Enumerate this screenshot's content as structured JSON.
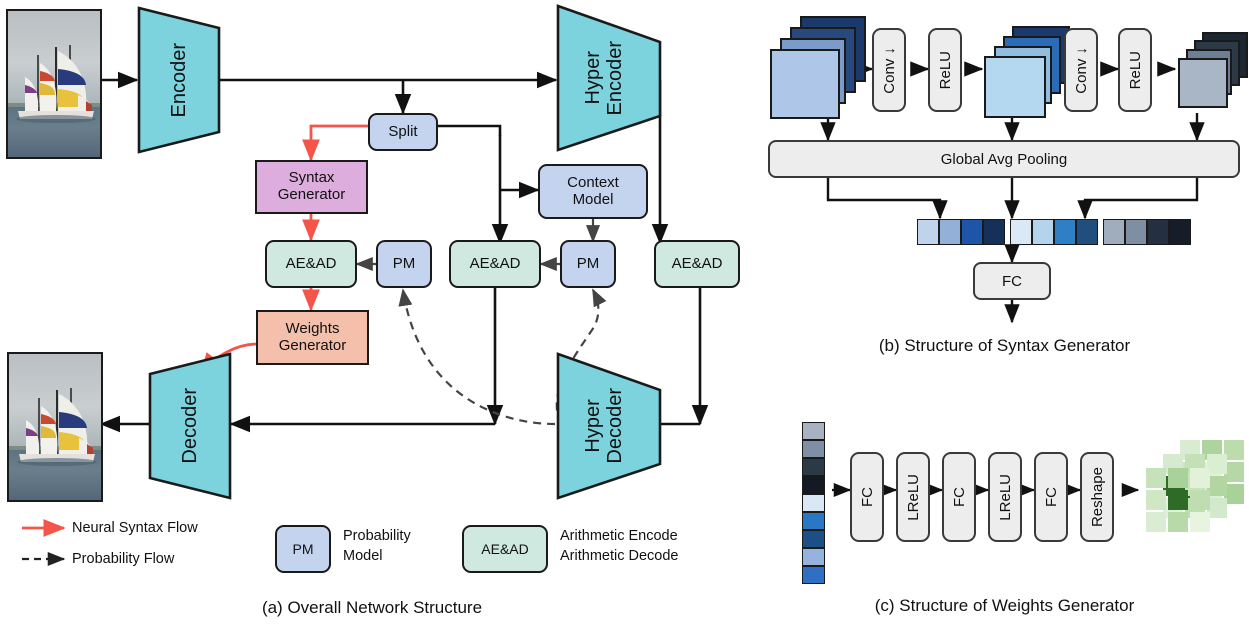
{
  "figure": {
    "panels": [
      {
        "id": "a",
        "caption": "(a) Overall Network Structure"
      },
      {
        "id": "b",
        "caption": "(b) Structure of Syntax Generator"
      },
      {
        "id": "c",
        "caption": "(c) Structure of Weights Generator"
      }
    ]
  },
  "panel_a": {
    "nodes": {
      "encoder": "Encoder",
      "hyper_encoder": "Hyper\nEncoder",
      "hyper_encoder_l1": "Hyper",
      "hyper_encoder_l2": "Encoder",
      "decoder": "Decoder",
      "hyper_decoder_l1": "Hyper",
      "hyper_decoder_l2": "Decoder",
      "split": "Split",
      "syntax_generator_l1": "Syntax",
      "syntax_generator_l2": "Generator",
      "weights_generator_l1": "Weights",
      "weights_generator_l2": "Generator",
      "context_model_l1": "Context",
      "context_model_l2": "Model",
      "ae_ad_left": "AE&AD",
      "ae_ad_mid": "AE&AD",
      "ae_ad_right": "AE&AD",
      "pm_left": "PM",
      "pm_mid": "PM"
    },
    "legend": {
      "neural_syntax_flow": "Neural Syntax Flow",
      "probability_flow": "Probability Flow",
      "pm_key": "PM",
      "pm_desc_l1": "Probability",
      "pm_desc_l2": "Model",
      "aead_key": "AE&AD",
      "aead_desc_l1": "Arithmetic Encode",
      "aead_desc_l2": "Arithmetic Decode"
    },
    "images": {
      "input_image": "sailboat-photo",
      "output_image": "sailboat-photo"
    }
  },
  "panel_b": {
    "ops": {
      "conv1": "Conv ↓",
      "relu1": "ReLU",
      "conv2": "Conv ↓",
      "relu2": "ReLU",
      "gap": "Global Avg Pooling",
      "fc": "FC"
    },
    "feature_stack_1_colors": [
      "#1b3a6b",
      "#27497e",
      "#7b9ccb",
      "#aec6e8"
    ],
    "feature_stack_2_colors": [
      "#1b3a6b",
      "#2a6cb5",
      "#90bde0",
      "#b4d8f0"
    ],
    "feature_stack_3_colors": [
      "#1d2733",
      "#2d3947",
      "#6d7f94",
      "#a8b6c6"
    ],
    "vector_colors": [
      "#bfd3ea",
      "#93b1d8",
      "#1e55a8",
      "#16305c",
      "#dbe8f5",
      "#b6d3ec",
      "#2f7fc6",
      "#1f4e7f",
      "#9fadbd",
      "#7e8fa3",
      "#243041",
      "#151d29"
    ]
  },
  "panel_c": {
    "ops": {
      "fc1": "FC",
      "lrelu1": "LReLU",
      "fc2": "FC",
      "lrelu2": "LReLU",
      "fc3": "FC",
      "reshape": "Reshape"
    },
    "input_vector_colors": [
      "#a7b2c2",
      "#7f90a6",
      "#2c3947",
      "#131a24",
      "#dae8f6",
      "#2a77c4",
      "#1c4f85",
      "#95b3dd",
      "#2f6fc4"
    ],
    "reshape_grid_colors": [
      [
        "#d9ecd2",
        "#aed49e",
        "#bcdcad",
        "#cde6c0",
        "#e4f2dd",
        "#b6d8a7",
        "#2d6b26",
        "#dcefd4",
        "#a9d299"
      ],
      [
        "#d5ead0",
        "#c3e0b6",
        "#daeed2",
        "#2d6b26",
        "#c9e3bd",
        "#b2d6a2",
        "#e2f1db",
        "#bfdfb2",
        "#d2e9cb"
      ],
      [
        "#c6e2ba",
        "#a9d29a",
        "#e1f1da",
        "#cfe7c4",
        "#2d6b26",
        "#bedeb1",
        "#d8edd1",
        "#b8daa9",
        "#e6f4e0"
      ]
    ]
  },
  "colors": {
    "teal": "#7dd3dd",
    "blue": "#c4d4ee",
    "mint": "#cfe8e0",
    "purple": "#ddaddd",
    "salmon": "#f5c0ab",
    "grey": "#ededed",
    "syntax_flow_red": "#f4554a",
    "outline": "#1a1a1a"
  }
}
